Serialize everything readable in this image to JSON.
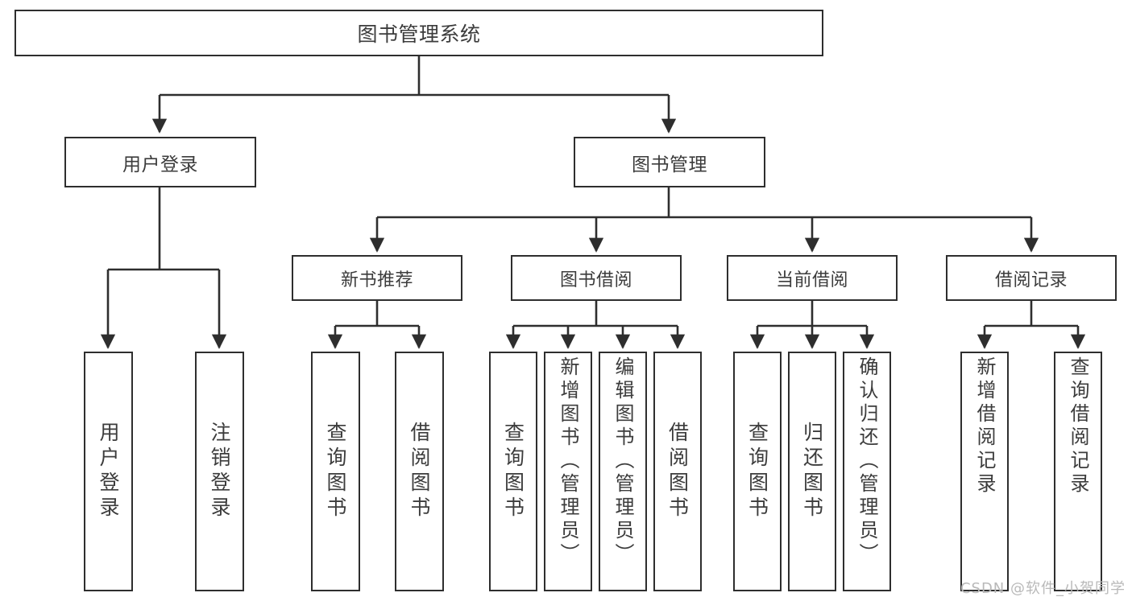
{
  "diagram": {
    "title": "图书管理系统",
    "root": {
      "id": "root",
      "label": "图书管理系统"
    },
    "level1": [
      {
        "id": "user-login",
        "label": "用户登录"
      },
      {
        "id": "book-manage",
        "label": "图书管理"
      }
    ],
    "level2": [
      {
        "id": "new-book-recommend",
        "label": "新书推荐"
      },
      {
        "id": "book-borrow",
        "label": "图书借阅"
      },
      {
        "id": "current-borrow",
        "label": "当前借阅"
      },
      {
        "id": "borrow-record",
        "label": "借阅记录"
      }
    ],
    "leaves": [
      {
        "id": "leaf-user-login",
        "label": "用户登录",
        "parent": "user-login"
      },
      {
        "id": "leaf-logout-login",
        "label": "注销登录",
        "parent": "user-login"
      },
      {
        "id": "leaf-query-book-1",
        "label": "查询图书",
        "parent": "new-book-recommend"
      },
      {
        "id": "leaf-borrow-book-1",
        "label": "借阅图书",
        "parent": "new-book-recommend"
      },
      {
        "id": "leaf-query-book-2",
        "label": "查询图书",
        "parent": "book-borrow"
      },
      {
        "id": "leaf-add-book",
        "label": "新增图书（管理员）",
        "parent": "book-borrow"
      },
      {
        "id": "leaf-edit-book",
        "label": "编辑图书（管理员）",
        "parent": "book-borrow"
      },
      {
        "id": "leaf-borrow-book-2",
        "label": "借阅图书",
        "parent": "book-borrow"
      },
      {
        "id": "leaf-query-book-3",
        "label": "查询图书",
        "parent": "current-borrow"
      },
      {
        "id": "leaf-return-book",
        "label": "归还图书",
        "parent": "current-borrow"
      },
      {
        "id": "leaf-confirm-return",
        "label": "确认归还（管理员）",
        "parent": "current-borrow"
      },
      {
        "id": "leaf-add-record",
        "label": "新增借阅记录",
        "parent": "borrow-record"
      },
      {
        "id": "leaf-query-record",
        "label": "查询借阅记录",
        "parent": "borrow-record"
      }
    ],
    "colors": {
      "box_border": "#2e2e2e",
      "box_fill": "#ffffff",
      "text": "#3c3c3c",
      "connector": "#2e2e2e",
      "watermark": "#b9b9b9",
      "background": "#ffffff"
    }
  },
  "watermark": {
    "text": "CSDN @软件_小贺同学"
  }
}
